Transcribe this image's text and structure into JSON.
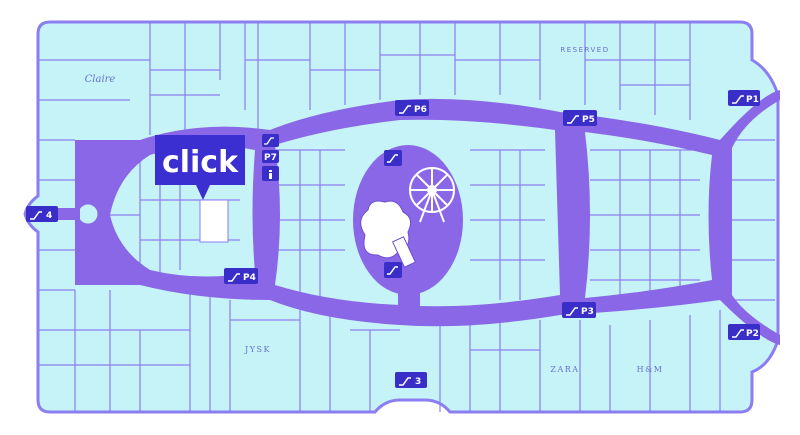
{
  "map": {
    "colors": {
      "floor": "#c6f3f7",
      "wall": "#8b7ef0",
      "corridor": "#8a67e6",
      "corridor_right": "#6f8cf2",
      "badge": "#3a2ec9",
      "callout": "#3b2fd1",
      "store_highlight": "#ffffff"
    },
    "callout": {
      "label": "click"
    },
    "badges": [
      {
        "id": "p1",
        "label": "P1",
        "icon": "escalator-icon"
      },
      {
        "id": "p2",
        "label": "P2",
        "icon": "escalator-icon"
      },
      {
        "id": "p3",
        "label": "P3",
        "icon": "escalator-icon"
      },
      {
        "id": "p4",
        "label": "P4",
        "icon": "escalator-icon"
      },
      {
        "id": "p5",
        "label": "P5",
        "icon": "escalator-icon"
      },
      {
        "id": "p6",
        "label": "P6",
        "icon": "escalator-icon"
      },
      {
        "id": "p7",
        "label": "P7",
        "icon": "escalator-icon"
      },
      {
        "id": "e3",
        "label": "3",
        "icon": "escalator-icon"
      },
      {
        "id": "e4",
        "label": "4",
        "icon": "escalator-icon"
      }
    ],
    "stores": {
      "reserved": "RESERVED",
      "jysk": "JYSK",
      "zara": "ZARA",
      "hm": "H&M",
      "script_logo": "Claire"
    },
    "info_icon": "info-icon",
    "ferris_wheel_icon": "ferris-wheel-icon",
    "tree_icon": "tree-icon"
  }
}
